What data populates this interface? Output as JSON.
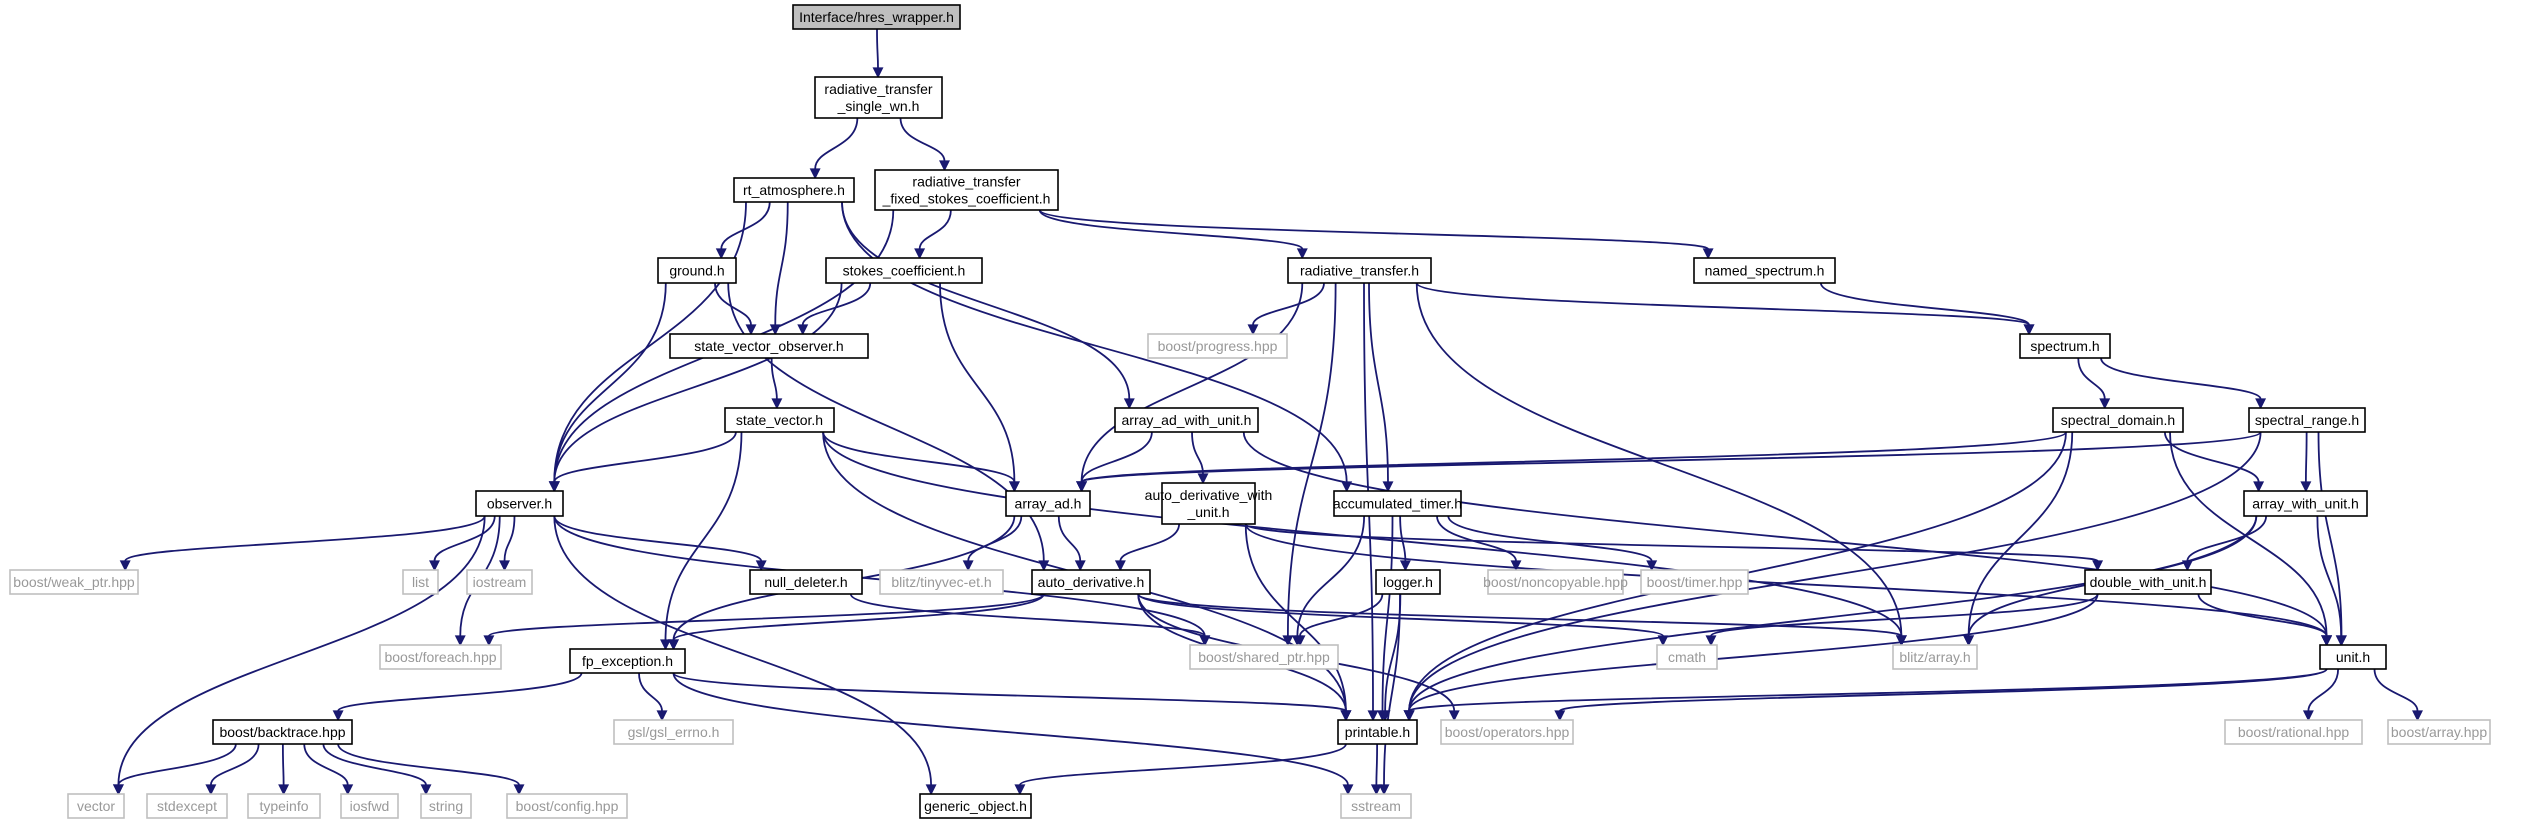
{
  "diagram": {
    "edge_color": "#191970",
    "root_fill": "#bfbfbf",
    "external_color": "#999999",
    "nodes": {
      "hres_wrapper": {
        "label": "Interface/hres_wrapper.h",
        "kind": "root"
      },
      "rt_single_wn": {
        "label": [
          "radiative_transfer",
          "_single_wn.h"
        ],
        "kind": "doc"
      },
      "rt_atmosphere": {
        "label": "rt_atmosphere.h",
        "kind": "doc"
      },
      "rt_fixed_stokes": {
        "label": [
          "radiative_transfer",
          "_fixed_stokes_coefficient.h"
        ],
        "kind": "doc"
      },
      "ground": {
        "label": "ground.h",
        "kind": "doc"
      },
      "stokes_coefficient": {
        "label": "stokes_coefficient.h",
        "kind": "doc"
      },
      "radiative_transfer": {
        "label": "radiative_transfer.h",
        "kind": "doc"
      },
      "named_spectrum": {
        "label": "named_spectrum.h",
        "kind": "doc"
      },
      "state_vector_observer": {
        "label": "state_vector_observer.h",
        "kind": "doc"
      },
      "boost_progress": {
        "label": "boost/progress.hpp",
        "kind": "ext"
      },
      "spectrum": {
        "label": "spectrum.h",
        "kind": "doc"
      },
      "state_vector": {
        "label": "state_vector.h",
        "kind": "doc"
      },
      "array_ad_with_unit": {
        "label": "array_ad_with_unit.h",
        "kind": "doc"
      },
      "spectral_domain": {
        "label": "spectral_domain.h",
        "kind": "doc"
      },
      "spectral_range": {
        "label": "spectral_range.h",
        "kind": "doc"
      },
      "observer": {
        "label": "observer.h",
        "kind": "doc"
      },
      "array_ad": {
        "label": "array_ad.h",
        "kind": "doc"
      },
      "auto_derivative_with_unit": {
        "label": [
          "auto_derivative_with",
          "_unit.h"
        ],
        "kind": "doc"
      },
      "accumulated_timer": {
        "label": "accumulated_timer.h",
        "kind": "doc"
      },
      "array_with_unit": {
        "label": "array_with_unit.h",
        "kind": "doc"
      },
      "boost_weak_ptr": {
        "label": "boost/weak_ptr.hpp",
        "kind": "ext"
      },
      "list": {
        "label": "list",
        "kind": "ext"
      },
      "iostream": {
        "label": "iostream",
        "kind": "ext"
      },
      "null_deleter": {
        "label": "null_deleter.h",
        "kind": "doc"
      },
      "blitz_tinyvec": {
        "label": "blitz/tinyvec-et.h",
        "kind": "ext"
      },
      "auto_derivative": {
        "label": "auto_derivative.h",
        "kind": "doc"
      },
      "logger": {
        "label": "logger.h",
        "kind": "doc"
      },
      "boost_noncopyable": {
        "label": "boost/noncopyable.hpp",
        "kind": "ext"
      },
      "boost_timer": {
        "label": "boost/timer.hpp",
        "kind": "ext"
      },
      "double_with_unit": {
        "label": "double_with_unit.h",
        "kind": "doc"
      },
      "boost_foreach": {
        "label": "boost/foreach.hpp",
        "kind": "ext"
      },
      "boost_shared_ptr": {
        "label": "boost/shared_ptr.hpp",
        "kind": "ext"
      },
      "cmath": {
        "label": "cmath",
        "kind": "ext"
      },
      "blitz_array": {
        "label": "blitz/array.h",
        "kind": "ext"
      },
      "unit": {
        "label": "unit.h",
        "kind": "doc"
      },
      "fp_exception": {
        "label": "fp_exception.h",
        "kind": "doc"
      },
      "gsl_errno": {
        "label": "gsl/gsl_errno.h",
        "kind": "ext"
      },
      "boost_backtrace": {
        "label": "boost/backtrace.hpp",
        "kind": "doc"
      },
      "printable": {
        "label": "printable.h",
        "kind": "doc"
      },
      "boost_operators": {
        "label": "boost/operators.hpp",
        "kind": "ext"
      },
      "boost_rational": {
        "label": "boost/rational.hpp",
        "kind": "ext"
      },
      "boost_array": {
        "label": "boost/array.hpp",
        "kind": "ext"
      },
      "vector": {
        "label": "vector",
        "kind": "ext"
      },
      "stdexcept": {
        "label": "stdexcept",
        "kind": "ext"
      },
      "typeinfo": {
        "label": "typeinfo",
        "kind": "ext"
      },
      "iosfwd": {
        "label": "iosfwd",
        "kind": "ext"
      },
      "string": {
        "label": "string",
        "kind": "ext"
      },
      "boost_config": {
        "label": "boost/config.hpp",
        "kind": "ext"
      },
      "generic_object": {
        "label": "generic_object.h",
        "kind": "doc"
      },
      "sstream": {
        "label": "sstream",
        "kind": "ext"
      }
    },
    "edges": [
      [
        "hres_wrapper",
        "rt_single_wn"
      ],
      [
        "rt_single_wn",
        "rt_atmosphere"
      ],
      [
        "rt_single_wn",
        "rt_fixed_stokes"
      ],
      [
        "rt_atmosphere",
        "observer"
      ],
      [
        "rt_atmosphere",
        "ground"
      ],
      [
        "rt_atmosphere",
        "state_vector_observer"
      ],
      [
        "rt_atmosphere",
        "array_ad_with_unit"
      ],
      [
        "rt_atmosphere",
        "accumulated_timer"
      ],
      [
        "rt_fixed_stokes",
        "stokes_coefficient"
      ],
      [
        "rt_fixed_stokes",
        "radiative_transfer"
      ],
      [
        "rt_fixed_stokes",
        "named_spectrum"
      ],
      [
        "rt_fixed_stokes",
        "observer"
      ],
      [
        "ground",
        "state_vector_observer"
      ],
      [
        "ground",
        "observer"
      ],
      [
        "ground",
        "auto_derivative"
      ],
      [
        "stokes_coefficient",
        "state_vector_observer"
      ],
      [
        "stokes_coefficient",
        "observer"
      ],
      [
        "stokes_coefficient",
        "array_ad"
      ],
      [
        "radiative_transfer",
        "boost_progress"
      ],
      [
        "radiative_transfer",
        "spectrum"
      ],
      [
        "radiative_transfer",
        "array_ad"
      ],
      [
        "radiative_transfer",
        "accumulated_timer"
      ],
      [
        "radiative_transfer",
        "boost_shared_ptr"
      ],
      [
        "radiative_transfer",
        "blitz_array"
      ],
      [
        "radiative_transfer",
        "printable"
      ],
      [
        "named_spectrum",
        "spectrum"
      ],
      [
        "state_vector_observer",
        "state_vector"
      ],
      [
        "spectrum",
        "spectral_domain"
      ],
      [
        "spectrum",
        "spectral_range"
      ],
      [
        "state_vector",
        "observer"
      ],
      [
        "state_vector",
        "array_ad"
      ],
      [
        "state_vector",
        "fp_exception"
      ],
      [
        "state_vector",
        "printable"
      ],
      [
        "state_vector",
        "blitz_array"
      ],
      [
        "array_ad_with_unit",
        "array_ad"
      ],
      [
        "array_ad_with_unit",
        "auto_derivative_with_unit"
      ],
      [
        "array_ad_with_unit",
        "unit"
      ],
      [
        "spectral_domain",
        "array_ad"
      ],
      [
        "spectral_domain",
        "array_with_unit"
      ],
      [
        "spectral_domain",
        "unit"
      ],
      [
        "spectral_domain",
        "printable"
      ],
      [
        "spectral_domain",
        "blitz_array"
      ],
      [
        "spectral_range",
        "array_ad"
      ],
      [
        "spectral_range",
        "array_with_unit"
      ],
      [
        "spectral_range",
        "unit"
      ],
      [
        "spectral_range",
        "printable"
      ],
      [
        "observer",
        "boost_weak_ptr"
      ],
      [
        "observer",
        "list"
      ],
      [
        "observer",
        "iostream"
      ],
      [
        "observer",
        "null_deleter"
      ],
      [
        "observer",
        "boost_foreach"
      ],
      [
        "observer",
        "boost_shared_ptr"
      ],
      [
        "observer",
        "vector"
      ],
      [
        "observer",
        "generic_object"
      ],
      [
        "array_ad",
        "blitz_tinyvec"
      ],
      [
        "array_ad",
        "auto_derivative"
      ],
      [
        "array_ad",
        "fp_exception"
      ],
      [
        "auto_derivative_with_unit",
        "auto_derivative"
      ],
      [
        "auto_derivative_with_unit",
        "double_with_unit"
      ],
      [
        "auto_derivative_with_unit",
        "printable"
      ],
      [
        "auto_derivative_with_unit",
        "unit"
      ],
      [
        "accumulated_timer",
        "logger"
      ],
      [
        "accumulated_timer",
        "boost_noncopyable"
      ],
      [
        "accumulated_timer",
        "boost_timer"
      ],
      [
        "accumulated_timer",
        "boost_shared_ptr"
      ],
      [
        "accumulated_timer",
        "printable"
      ],
      [
        "array_with_unit",
        "double_with_unit"
      ],
      [
        "array_with_unit",
        "unit"
      ],
      [
        "array_with_unit",
        "printable"
      ],
      [
        "array_with_unit",
        "blitz_array"
      ],
      [
        "null_deleter",
        "boost_shared_ptr"
      ],
      [
        "auto_derivative",
        "boost_foreach"
      ],
      [
        "auto_derivative",
        "fp_exception"
      ],
      [
        "auto_derivative",
        "printable"
      ],
      [
        "auto_derivative",
        "boost_operators"
      ],
      [
        "auto_derivative",
        "cmath"
      ],
      [
        "auto_derivative",
        "blitz_array"
      ],
      [
        "logger",
        "boost_shared_ptr"
      ],
      [
        "logger",
        "printable"
      ],
      [
        "logger",
        "sstream"
      ],
      [
        "double_with_unit",
        "cmath"
      ],
      [
        "double_with_unit",
        "unit"
      ],
      [
        "double_with_unit",
        "printable"
      ],
      [
        "unit",
        "printable"
      ],
      [
        "unit",
        "boost_operators"
      ],
      [
        "unit",
        "boost_rational"
      ],
      [
        "unit",
        "boost_array"
      ],
      [
        "fp_exception",
        "boost_backtrace"
      ],
      [
        "fp_exception",
        "gsl_errno"
      ],
      [
        "fp_exception",
        "printable"
      ],
      [
        "fp_exception",
        "sstream"
      ],
      [
        "boost_backtrace",
        "vector"
      ],
      [
        "boost_backtrace",
        "stdexcept"
      ],
      [
        "boost_backtrace",
        "typeinfo"
      ],
      [
        "boost_backtrace",
        "iosfwd"
      ],
      [
        "boost_backtrace",
        "string"
      ],
      [
        "boost_backtrace",
        "boost_config"
      ],
      [
        "printable",
        "generic_object"
      ],
      [
        "printable",
        "sstream"
      ]
    ]
  }
}
